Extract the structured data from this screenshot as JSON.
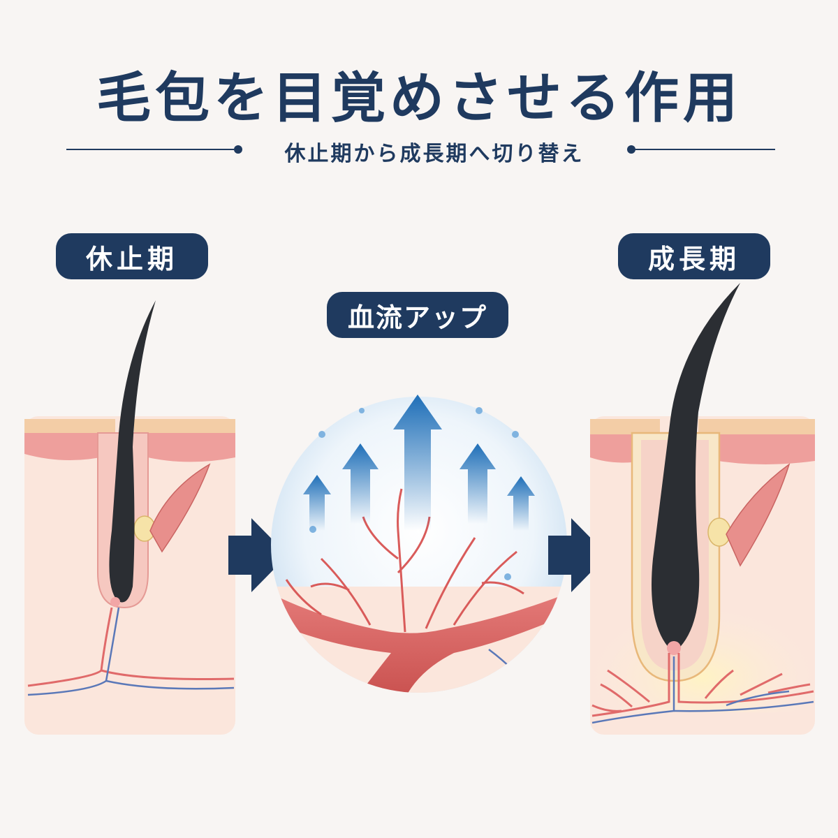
{
  "header": {
    "title": "毛包を目覚めさせる作用",
    "subtitle": "休止期から成長期へ切り替え"
  },
  "stages": {
    "rest_label": "休止期",
    "flow_label": "血流アップ",
    "growth_label": "成長期"
  },
  "colors": {
    "navy": "#1f3a5f",
    "skin": "#fbe9e0",
    "dermis_pink": "#f2b6b0",
    "hair": "#2b2e33",
    "artery": "#e06a6a",
    "vein": "#5a78b8",
    "arrow_blue": "#2f7fc4"
  }
}
